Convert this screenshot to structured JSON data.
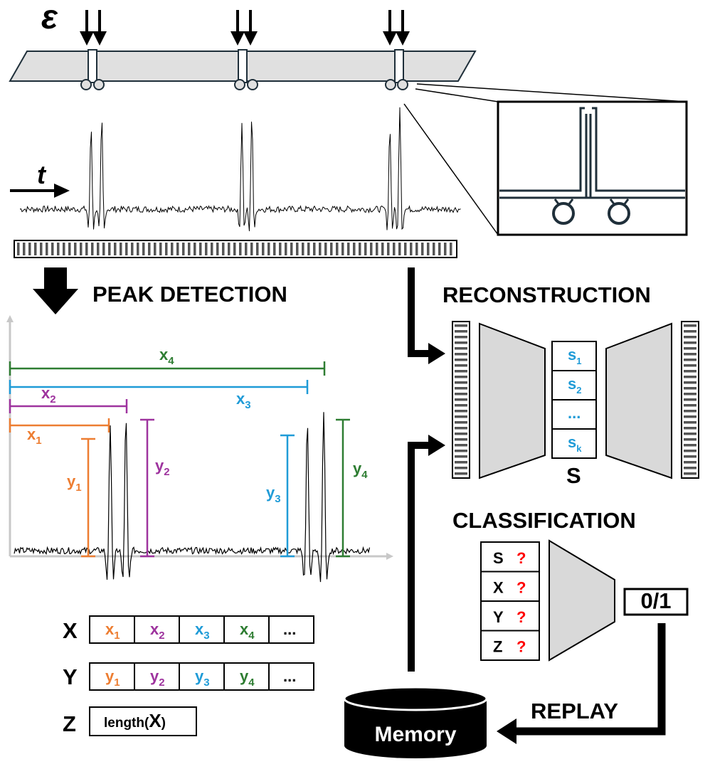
{
  "top": {
    "strain_symbol": "ε",
    "time_symbol": "t"
  },
  "headings": {
    "peak_detection": "PEAK DETECTION",
    "reconstruction": "RECONSTRUCTION",
    "classification": "CLASSIFICATION",
    "replay": "REPLAY",
    "memory": "Memory"
  },
  "plot": {
    "x1": "x",
    "x1_sub": "1",
    "x2": "x",
    "x2_sub": "2",
    "x3": "x",
    "x3_sub": "3",
    "x4": "x",
    "x4_sub": "4",
    "y1": "y",
    "y1_sub": "1",
    "y2": "y",
    "y2_sub": "2",
    "y3": "y",
    "y3_sub": "3",
    "y4": "y",
    "y4_sub": "4"
  },
  "arrays": {
    "X": {
      "label": "X",
      "cells": [
        "x",
        "x",
        "x",
        "x",
        "..."
      ],
      "subs": [
        "1",
        "2",
        "3",
        "4",
        ""
      ]
    },
    "Y": {
      "label": "Y",
      "cells": [
        "y",
        "y",
        "y",
        "y",
        "..."
      ],
      "subs": [
        "1",
        "2",
        "3",
        "4",
        ""
      ]
    },
    "Z": {
      "label": "Z",
      "content": "length(",
      "content_var": "X",
      "content_close": ")"
    }
  },
  "autoencoder": {
    "latent": [
      "s",
      "s",
      "...",
      "s"
    ],
    "latent_subs": [
      "1",
      "2",
      "",
      "k"
    ],
    "latent_label": "S"
  },
  "classifier": {
    "inputs": [
      "S",
      "X",
      "Y",
      "Z"
    ],
    "question": "?",
    "output": "0/1"
  },
  "colors": {
    "orange": "#ed7d31",
    "purple": "#9e339e",
    "blue": "#1f9bd7",
    "green": "#2e7d32",
    "red": "#ff0000",
    "panel_gray": "#d9d9d9",
    "beam_gray": "#e0e0e0",
    "axis_gray": "#c8c8c8"
  }
}
